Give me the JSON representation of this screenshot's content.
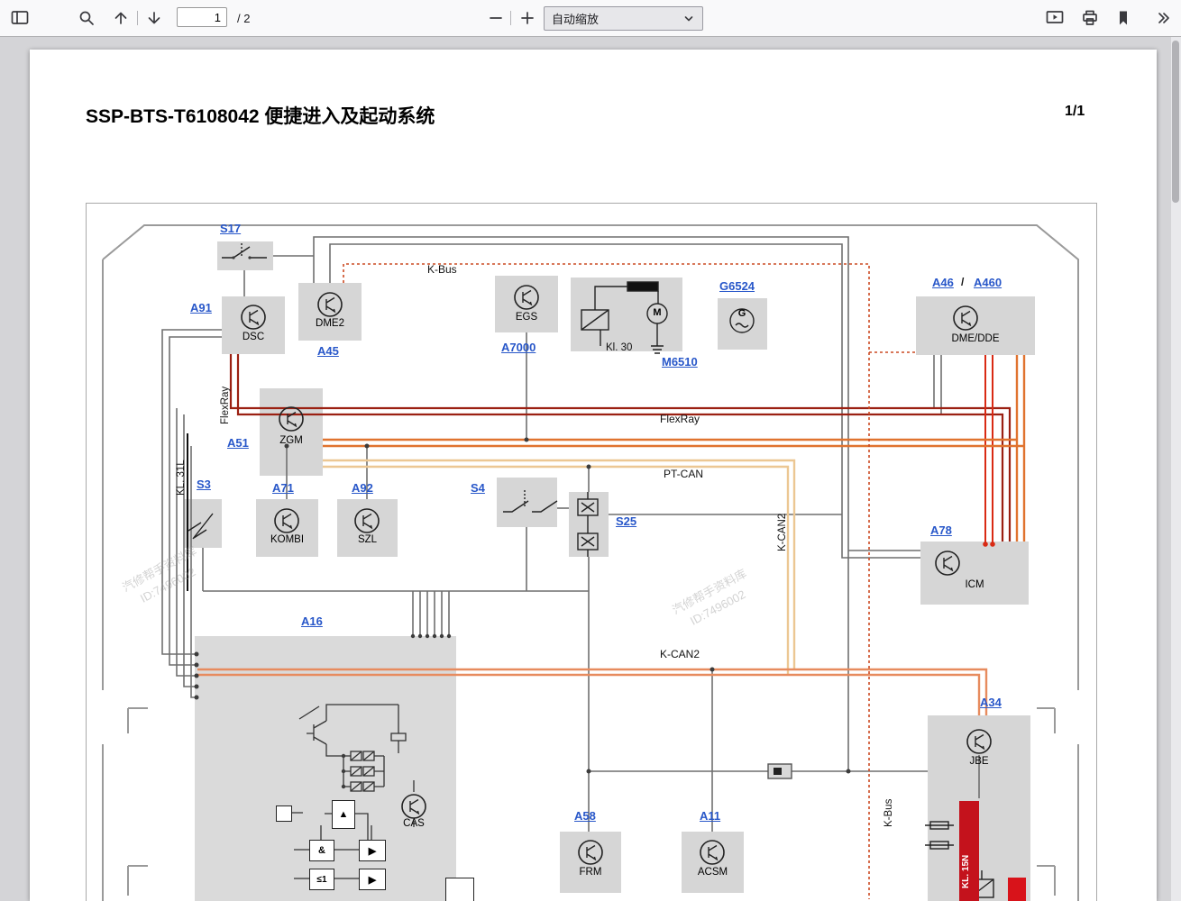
{
  "toolbar": {
    "page_value": "1",
    "page_of": "/ 2",
    "zoom_label": "自动缩放"
  },
  "doc": {
    "title": "SSP-BTS-T6108042 便捷进入及起动系统",
    "page_indicator": "1/1"
  },
  "diagram": {
    "buses": {
      "kbus_top": "K-Bus",
      "flexray_mid": "FlexRay",
      "ptcan": "PT-CAN",
      "kcan2_mid": "K-CAN2",
      "flexray_left": "FlexRay",
      "kl31l": "KL. 31L",
      "kcan2_right": "K-CAN2",
      "kbus_right": "K-Bus"
    },
    "components": {
      "s17": {
        "ref": "S17"
      },
      "dsc": {
        "ref": "A91",
        "name": "DSC"
      },
      "dme2": {
        "ref": "A45",
        "name": "DME2"
      },
      "egs": {
        "ref": "A7000",
        "name": "EGS"
      },
      "m6510": {
        "ref": "M6510",
        "kl30": "Kl. 30",
        "motor": "M"
      },
      "g6524": {
        "ref": "G6524",
        "gen": "G"
      },
      "dmedde": {
        "ref1": "A46",
        "sep": "/",
        "ref2": "A460",
        "name": "DME/DDE"
      },
      "zgm": {
        "ref": "A51",
        "name": "ZGM"
      },
      "s3": {
        "ref": "S3"
      },
      "kombi": {
        "ref": "A71",
        "name": "KOMBI"
      },
      "szl": {
        "ref": "A92",
        "name": "SZL"
      },
      "s4": {
        "ref": "S4"
      },
      "s25": {
        "ref": "S25"
      },
      "icm": {
        "ref": "A78",
        "name": "ICM"
      },
      "a16": {
        "ref": "A16",
        "name": "CAS",
        "gate_and": "&",
        "gate_or": "≤1",
        "gate_amp": "▲",
        "gate_drv": "▶"
      },
      "jbe": {
        "ref": "A34",
        "name": "JBE",
        "kl15n": "KL. 15N"
      },
      "frm": {
        "ref": "A58",
        "name": "FRM"
      },
      "acsm": {
        "ref": "A11",
        "name": "ACSM"
      }
    },
    "watermark": {
      "line1": "汽修帮手资料库",
      "line2": "ID:7496002"
    }
  }
}
